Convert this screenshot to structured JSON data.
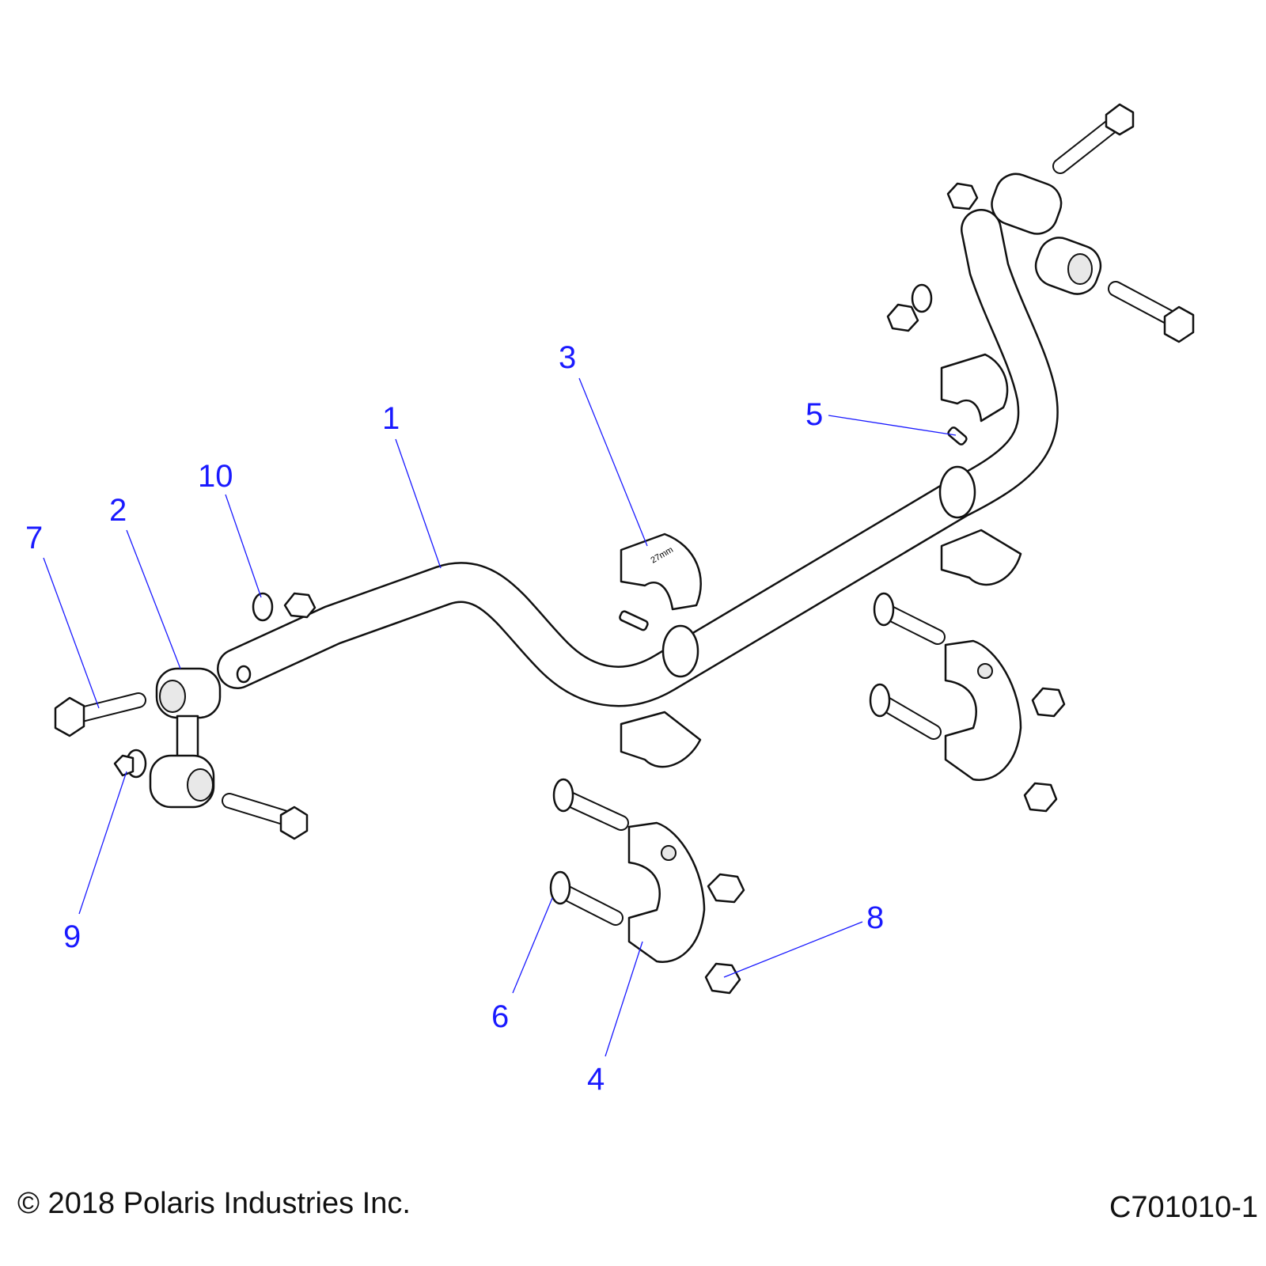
{
  "diagram": {
    "title": "Stabilizer bar exploded parts diagram",
    "part_marking": "27mm",
    "callouts": [
      {
        "label": "1"
      },
      {
        "label": "2"
      },
      {
        "label": "3"
      },
      {
        "label": "4"
      },
      {
        "label": "5"
      },
      {
        "label": "6"
      },
      {
        "label": "7"
      },
      {
        "label": "8"
      },
      {
        "label": "9"
      },
      {
        "label": "10"
      }
    ],
    "callout_color": "#1a1aff"
  },
  "footer": {
    "copyright": "© 2018 Polaris Industries Inc.",
    "document_number": "C701010-1"
  }
}
